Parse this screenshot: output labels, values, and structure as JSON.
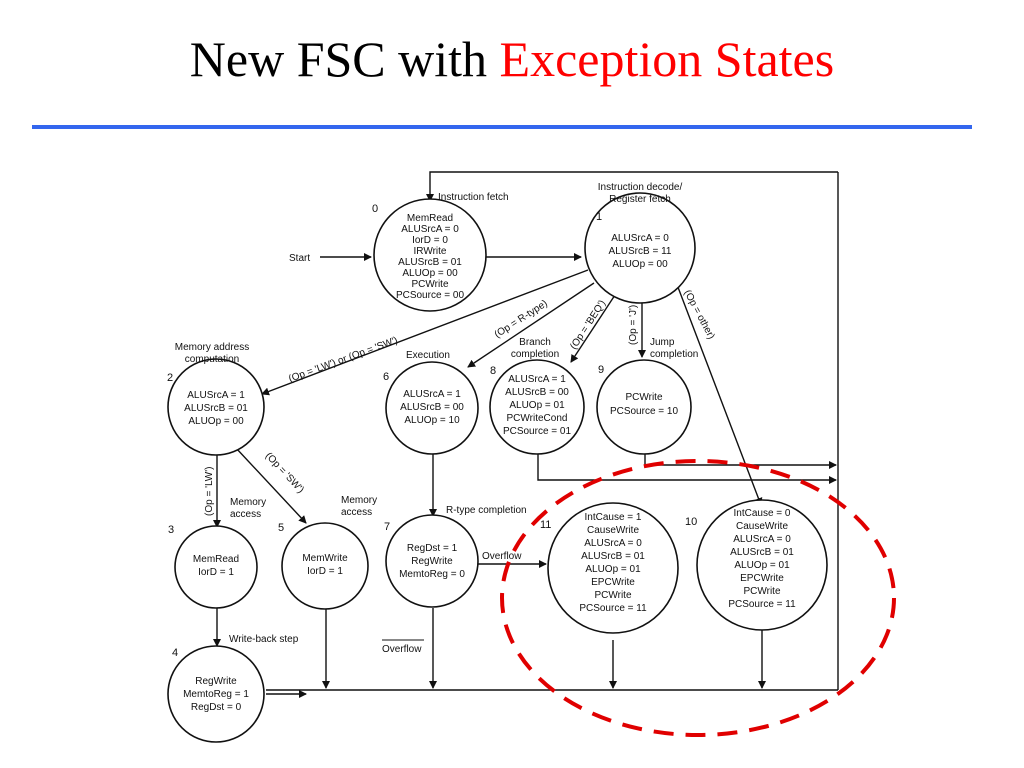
{
  "title": {
    "main": "New FSC with ",
    "highlight": "Exception States"
  },
  "colors": {
    "highlight": "#ff0000",
    "rule": "#3366ee",
    "dashed_oval": "#e00000"
  },
  "start_label": "Start",
  "states": [
    {
      "id": "0",
      "lines": [
        "MemRead",
        "ALUSrcA = 0",
        "IorD = 0",
        "IRWrite",
        "ALUSrcB = 01",
        "ALUOp = 00",
        "PCWrite",
        "PCSource = 00"
      ]
    },
    {
      "id": "1",
      "lines": [
        "ALUSrcA = 0",
        "ALUSrcB = 11",
        "ALUOp = 00"
      ]
    },
    {
      "id": "2",
      "lines": [
        "ALUSrcA = 1",
        "ALUSrcB = 01",
        "ALUOp = 00"
      ]
    },
    {
      "id": "3",
      "lines": [
        "MemRead",
        "IorD = 1"
      ]
    },
    {
      "id": "4",
      "lines": [
        "RegWrite",
        "MemtoReg = 1",
        "RegDst = 0"
      ]
    },
    {
      "id": "5",
      "lines": [
        "MemWrite",
        "IorD = 1"
      ]
    },
    {
      "id": "6",
      "lines": [
        "ALUSrcA = 1",
        "ALUSrcB = 00",
        "ALUOp = 10"
      ]
    },
    {
      "id": "7",
      "lines": [
        "RegDst = 1",
        "RegWrite",
        "MemtoReg = 0"
      ]
    },
    {
      "id": "8",
      "lines": [
        "ALUSrcA = 1",
        "ALUSrcB = 00",
        "ALUOp = 01",
        "PCWriteCond",
        "PCSource = 01"
      ]
    },
    {
      "id": "9",
      "lines": [
        "PCWrite",
        "PCSource = 10"
      ]
    },
    {
      "id": "10",
      "lines": [
        "IntCause = 0",
        "CauseWrite",
        "ALUSrcA = 0",
        "ALUSrcB = 01",
        "ALUOp = 01",
        "EPCWrite",
        "PCWrite",
        "PCSource = 11"
      ]
    },
    {
      "id": "11",
      "lines": [
        "IntCause = 1",
        "CauseWrite",
        "ALUSrcA = 0",
        "ALUSrcB = 01",
        "ALUOp = 01",
        "EPCWrite",
        "PCWrite",
        "PCSource = 11"
      ]
    }
  ],
  "labels": {
    "instruction_fetch": "Instruction fetch",
    "decode_1": "Instruction decode/",
    "decode_2": "Register fetch",
    "mem_addr_1": "Memory address",
    "mem_addr_2": "computation",
    "execution": "Execution",
    "branch_1": "Branch",
    "branch_2": "completion",
    "jump_1": "Jump",
    "jump_2": "completion",
    "mem_access": "Memory",
    "mem_access_2": "access",
    "rtype_completion": "R-type completion",
    "write_back": "Write-back step",
    "overflow": "Overflow",
    "overflow_bar": "Overflow",
    "op_lw_sw": "(Op = 'LW') or (Op = 'SW')",
    "op_rtype": "(Op = R-type)",
    "op_beq": "(Op = 'BEQ')",
    "op_j": "(Op = 'J')",
    "op_other": "(Op = other)",
    "op_lw": "(Op = 'LW')",
    "op_sw": "(Op = 'SW')"
  }
}
